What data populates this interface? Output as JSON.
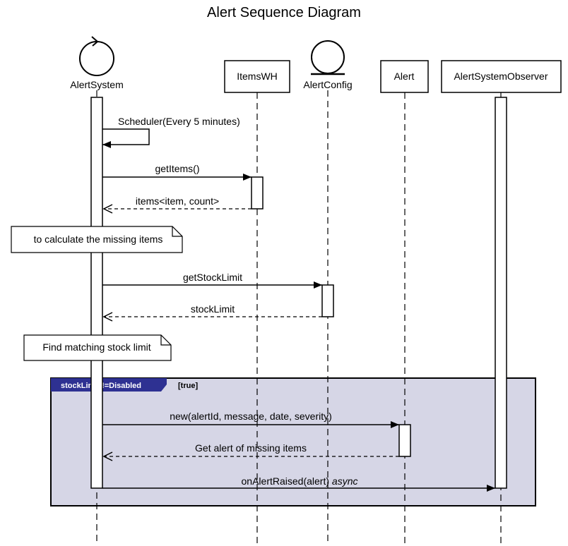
{
  "title": "Alert Sequence Diagram",
  "participants": [
    {
      "id": "alert-system",
      "label": "AlertSystem",
      "kind": "control-icon"
    },
    {
      "id": "items-wh",
      "label": "ItemsWH",
      "kind": "box"
    },
    {
      "id": "alert-config",
      "label": "AlertConfig",
      "kind": "entity-icon"
    },
    {
      "id": "alert",
      "label": "Alert",
      "kind": "box"
    },
    {
      "id": "alert-system-observer",
      "label": "AlertSystemObserver",
      "kind": "box"
    }
  ],
  "messages": [
    {
      "id": "scheduler",
      "label": "Scheduler(Every 5 minutes)",
      "type": "self"
    },
    {
      "id": "get-items",
      "label": "getItems()",
      "type": "sync"
    },
    {
      "id": "items-return",
      "label": "items<item, count>",
      "type": "return"
    },
    {
      "id": "get-stock-limit",
      "label": "getStockLimit",
      "type": "sync"
    },
    {
      "id": "stock-limit-return",
      "label": "stockLimit",
      "type": "return"
    },
    {
      "id": "new-alert",
      "label": "new(alertId, message, date, severity)",
      "type": "sync"
    },
    {
      "id": "alert-return",
      "label": "Get alert of missing items",
      "type": "return"
    },
    {
      "id": "on-alert-raised",
      "label": "onAlertRaised(alert)",
      "label_suffix": "async",
      "type": "sync"
    }
  ],
  "notes": [
    {
      "id": "note-missing-items",
      "text": "to calculate the missing items"
    },
    {
      "id": "note-matching-limit",
      "text": "Find matching stock limit"
    }
  ],
  "fragment": {
    "operator": "stockLimit !=Disabled",
    "guard": "[true]",
    "fill_color": "#d6d6e6",
    "operator_color": "#2e3192"
  }
}
